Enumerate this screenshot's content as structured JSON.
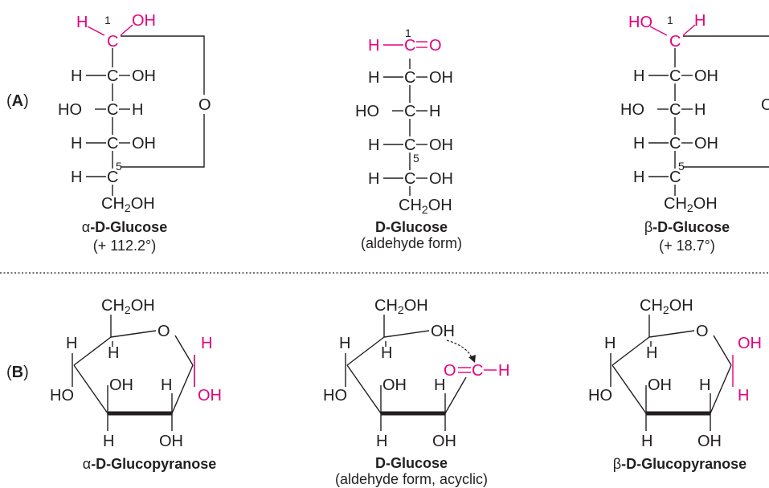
{
  "colors": {
    "ink": "#231f20",
    "accent": "#e6007e"
  },
  "panel_a": {
    "label_open": "(",
    "label_letter": "A",
    "label_close": ")",
    "left": {
      "top_h": "H",
      "top_c": "C",
      "top_oh": "OH",
      "num1": "1",
      "r2_h": "H",
      "r2_c": "C",
      "r2_oh": "OH",
      "r3_ho": "HO",
      "r3_c": "C",
      "r3_h": "H",
      "r4_h": "H",
      "r4_c": "C",
      "r4_oh": "OH",
      "r5_h": "H",
      "r5_c": "C",
      "num5": "5",
      "ring_o": "O",
      "ch2_a": "CH",
      "ch2_sub": "2",
      "ch2_b": "OH",
      "name_greek": "α",
      "name_rest": "-D-Glucose",
      "rotation": "(+ 112.2°)"
    },
    "middle": {
      "num1": "1",
      "r1_h": "H",
      "r1_c": "C",
      "r1_o": "O",
      "r2_h": "H",
      "r2_c": "C",
      "r2_oh": "OH",
      "r3_ho": "HO",
      "r3_c": "C",
      "r3_h": "H",
      "r4_h": "H",
      "r4_c": "C",
      "r4_oh": "OH",
      "num5": "5",
      "r5_h": "H",
      "r5_c": "C",
      "r5_oh": "OH",
      "ch2_a": "CH",
      "ch2_sub": "2",
      "ch2_b": "OH",
      "name": "D-Glucose",
      "form": "(aldehyde form)"
    },
    "right": {
      "top_ho": "HO",
      "num1": "1",
      "top_c": "C",
      "top_h": "H",
      "r2_h": "H",
      "r2_c": "C",
      "r2_oh": "OH",
      "r3_ho": "HO",
      "r3_c": "C",
      "r3_h": "H",
      "r4_h": "H",
      "r4_c": "C",
      "r4_oh": "OH",
      "num5": "5",
      "r5_h": "H",
      "r5_c": "C",
      "ring_o": "O",
      "ch2_a": "CH",
      "ch2_sub": "2",
      "ch2_b": "OH",
      "name_greek": "β",
      "name_rest": "-D-Glucose",
      "rotation": "(+ 18.7°)"
    }
  },
  "panel_b": {
    "label_open": "(",
    "label_letter": "B",
    "label_close": ")",
    "left": {
      "ch2_a": "CH",
      "ch2_sub": "2",
      "ch2_b": "OH",
      "ring_o": "O",
      "c4_h": "H",
      "c5_h": "H",
      "c1_top": "H",
      "c1_bottom": "OH",
      "c4_ho": "HO",
      "c3_oh": "OH",
      "c2_h": "H",
      "c3_h": "H",
      "c2_oh": "OH",
      "name_greek": "α",
      "name_rest": "-D-Glucopyranose"
    },
    "middle": {
      "ch2_a": "CH",
      "ch2_sub": "2",
      "ch2_b": "OH",
      "o5_oh": "OH",
      "c4_h": "H",
      "c5_h": "H",
      "ald_o": "O",
      "ald_c": "C",
      "ald_h": "H",
      "c4_ho": "HO",
      "c3_oh": "OH",
      "c2_h": "H",
      "c3_h": "H",
      "c2_oh": "OH",
      "name": "D-Glucose",
      "form": "(aldehyde form, acyclic)"
    },
    "right": {
      "ch2_a": "CH",
      "ch2_sub": "2",
      "ch2_b": "OH",
      "ring_o": "O",
      "c4_h": "H",
      "c5_h": "H",
      "c1_top": "OH",
      "c1_bottom": "H",
      "c4_ho": "HO",
      "c3_oh": "OH",
      "c2_h": "H",
      "c3_h": "H",
      "c2_oh": "OH",
      "name_greek": "β",
      "name_rest": "-D-Glucopyranose"
    }
  }
}
